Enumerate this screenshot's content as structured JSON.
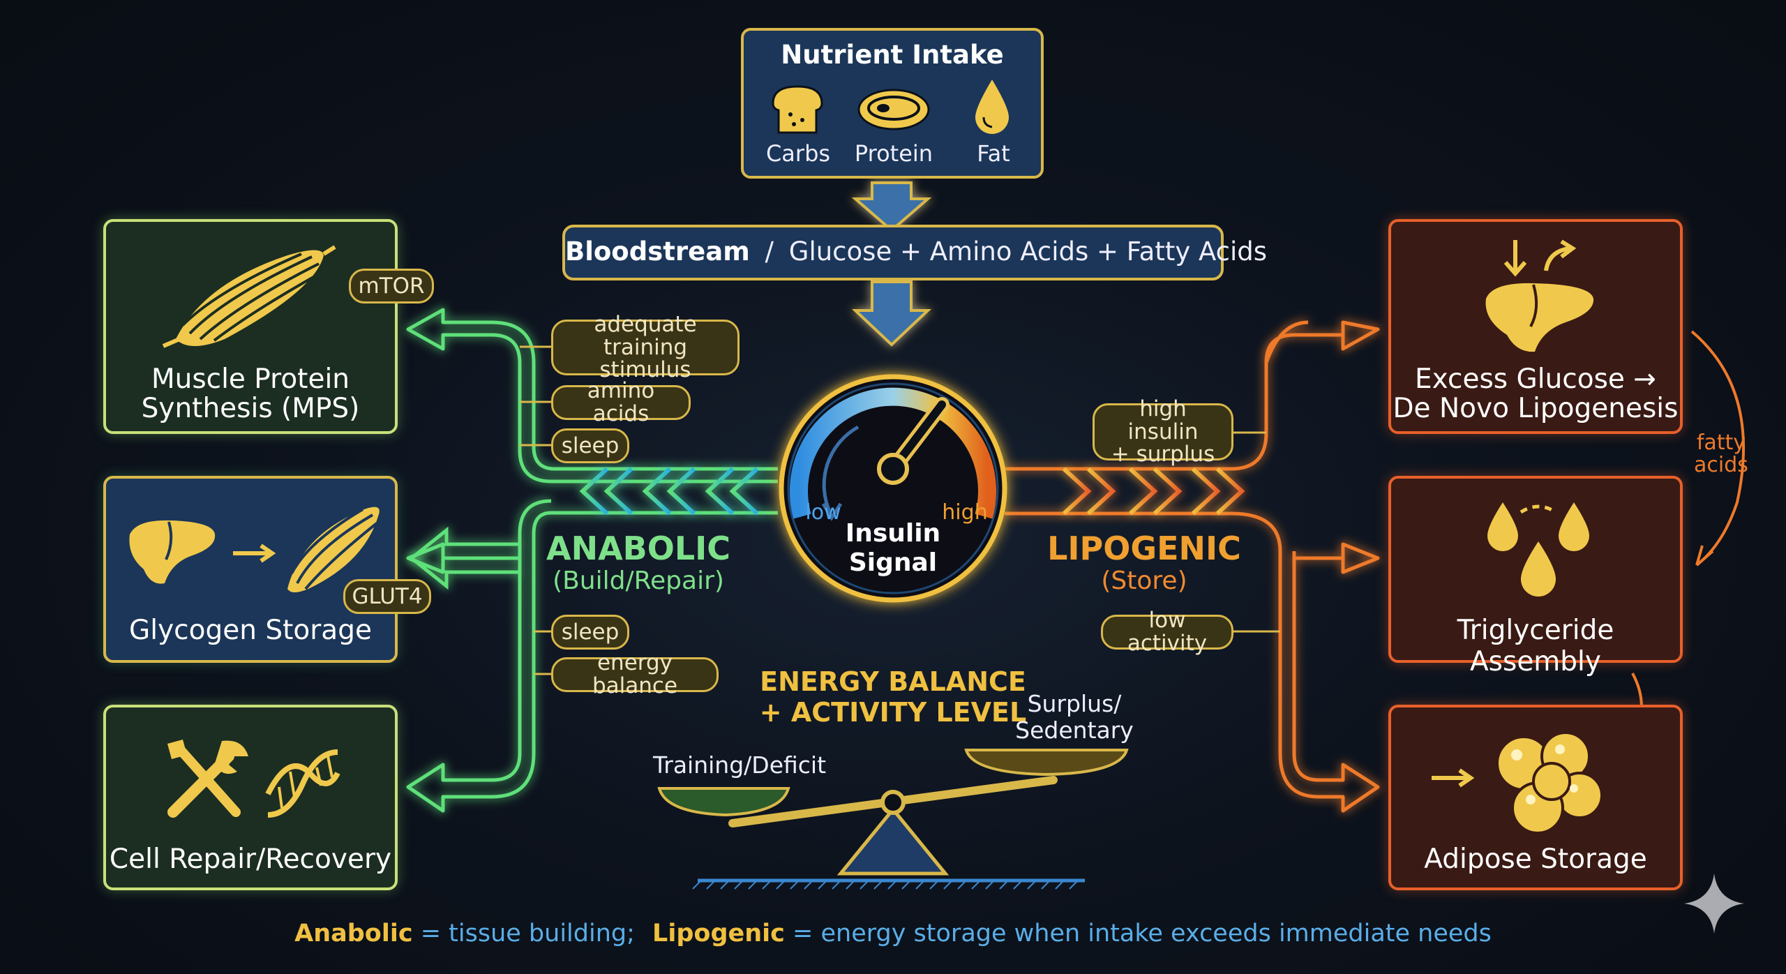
{
  "nutrient_intake": {
    "title": "Nutrient Intake",
    "carbs": "Carbs",
    "protein": "Protein",
    "fat": "Fat"
  },
  "bloodstream": {
    "label": "Bloodstream",
    "separator": "/",
    "contents": "Glucose + Amino Acids + Fatty Acids"
  },
  "gauge": {
    "low": "low",
    "high": "high",
    "line1": "Insulin",
    "line2": "Signal"
  },
  "anabolic": {
    "title": "ANABOLIC",
    "subtitle": "(Build/Repair)",
    "color": "#7fe08a",
    "upper_factors": [
      "adequate training stimulus",
      "amino acids",
      "sleep"
    ],
    "lower_factors": [
      "sleep",
      "energy balance"
    ]
  },
  "lipogenic": {
    "title": "LIPOGENIC",
    "subtitle": "(Store)",
    "color": "#f0a030",
    "upper_factor_line1": "high insulin",
    "upper_factor_line2": "+ surplus",
    "lower_factor": "low activity"
  },
  "left_boxes": {
    "mps_line1": "Muscle Protein",
    "mps_line2": "Synthesis (MPS)",
    "mtor": "mTOR",
    "glycogen": "Glycogen Storage",
    "glut4": "GLUT4",
    "repair": "Cell Repair/Recovery"
  },
  "right_boxes": {
    "dnl_line1": "Excess Glucose →",
    "dnl_line2": "De Novo Lipogenesis",
    "fatty1": "fatty",
    "fatty2": "acids",
    "triglyceride": "Triglyceride Assembly",
    "adipose": "Adipose Storage"
  },
  "balance": {
    "title_line1": "ENERGY BALANCE",
    "title_line2": "+ ACTIVITY LEVEL",
    "left_pan": "Training/Deficit",
    "right_pan_line1": "Surplus/",
    "right_pan_line2": "Sedentary"
  },
  "footer": {
    "anabolic": "Anabolic",
    "anabolic_def": " = tissue building;",
    "lipogenic": "Lipogenic",
    "lipogenic_def": " = energy storage when intake exceeds immediate needs"
  }
}
